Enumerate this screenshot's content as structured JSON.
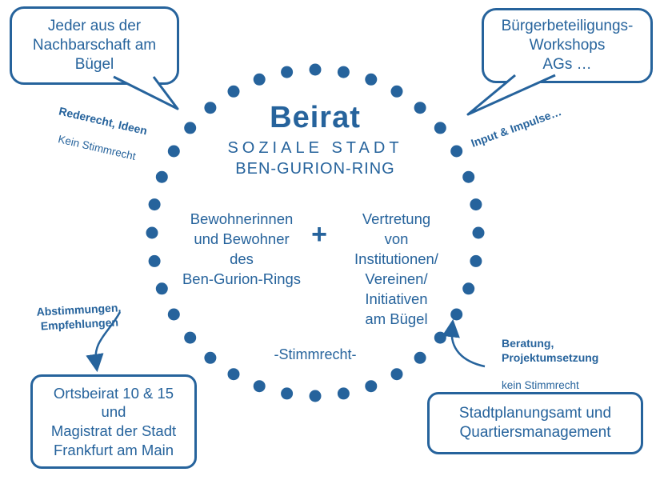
{
  "colors": {
    "accent": "#26639C"
  },
  "center": {
    "title": "Beirat",
    "subtitle_line1": "SOZIALE STADT",
    "subtitle_line2": "BEN-GURION-RING",
    "left_group": "Bewohnerinnen\nund Bewohner\ndes\nBen-Gurion-Rings",
    "plus_sign": "+",
    "right_group": "Vertretung\nvon\nInstitutionen/\nVereinen/\nInitiativen\nam Bügel",
    "voting_note": "-Stimmrecht-"
  },
  "bubbles": {
    "top_left": "Jeder aus der\nNachbarschaft am\nBügel",
    "top_right": "Bürgerbeteiligungs-\nWorkshops\nAGs …",
    "bottom_left": "Ortsbeirat 10 & 15\nund\nMagistrat der Stadt\nFrankfurt am Main",
    "bottom_right": "Stadtplanungsamt und\nQuartiersmanagement"
  },
  "labels": {
    "top_left_bold": "Rederecht, Ideen",
    "top_left_normal": "Kein Stimmrecht",
    "top_right_bold": "Input & Impulse…",
    "bottom_left_bold": "Abstimmungen,\nEmpfehlungen",
    "bottom_right_bold": "Beratung,\nProjektumsetzung",
    "bottom_right_normal": "kein Stimmrecht"
  }
}
